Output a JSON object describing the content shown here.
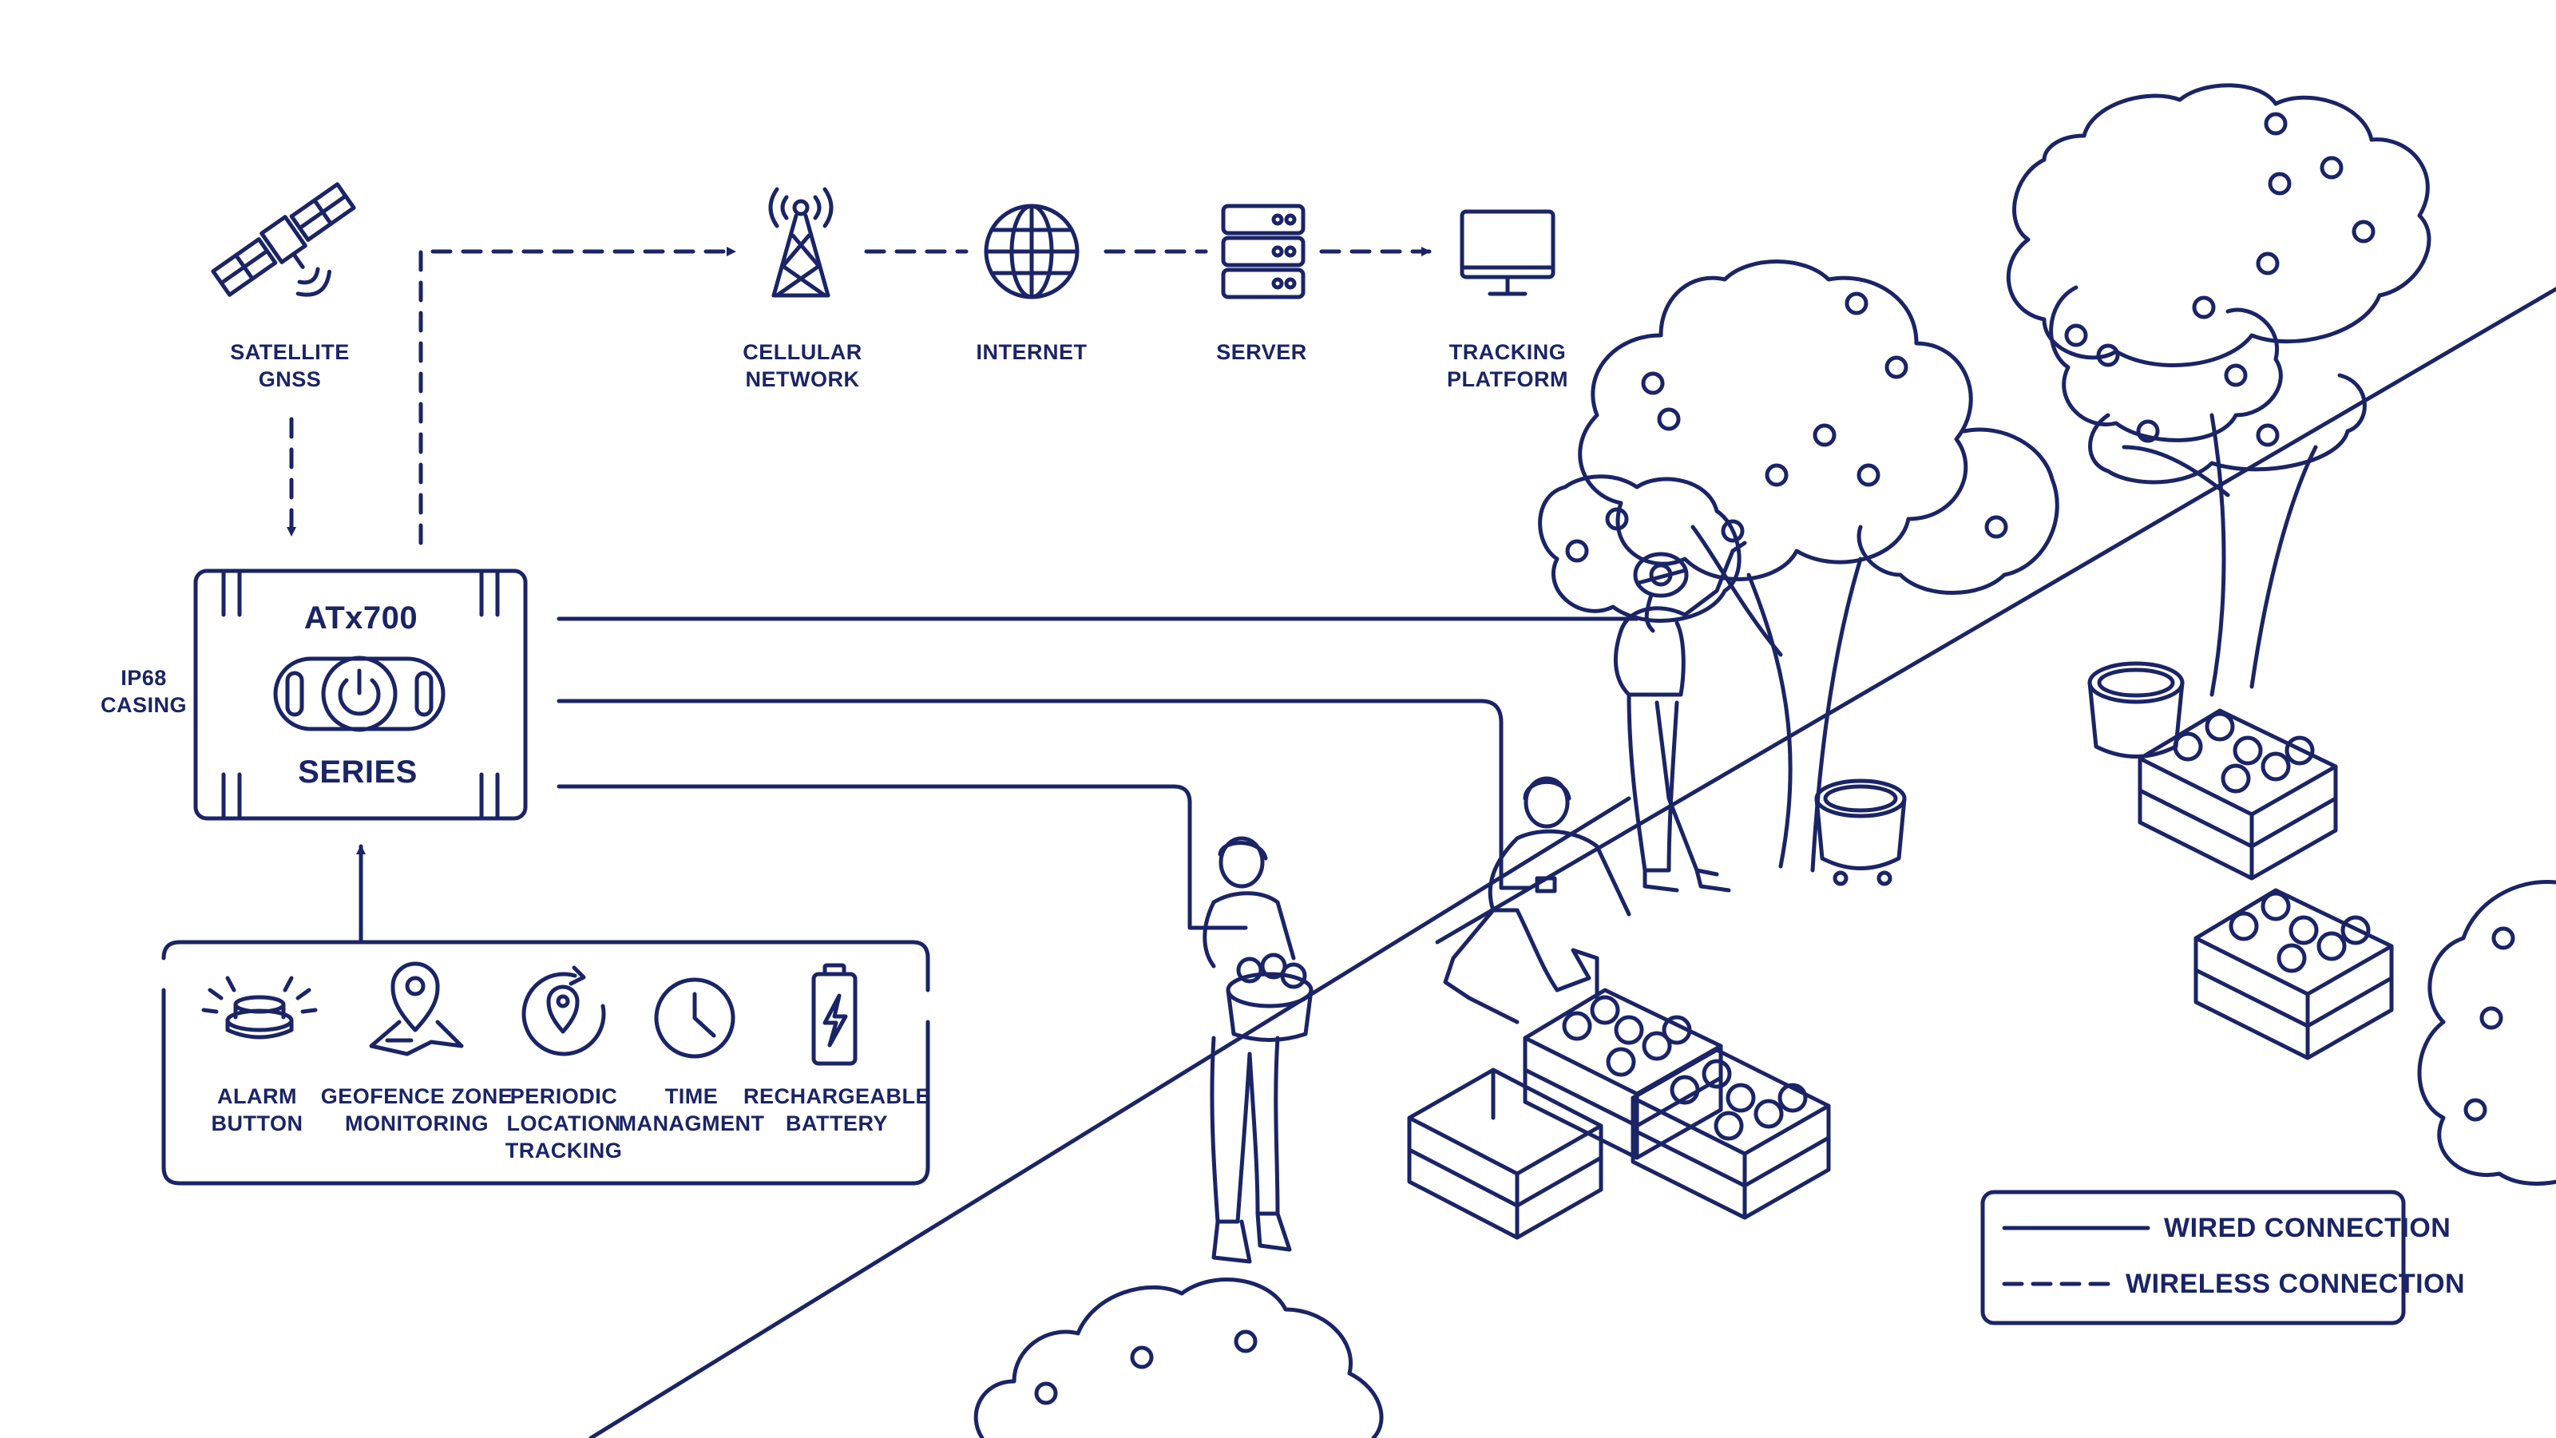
{
  "colors": {
    "ink": "#1a2466",
    "background": "#ffffff"
  },
  "top_chain": {
    "satellite": {
      "label": "SATELLITE\nGNSS",
      "icon": "satellite-icon"
    },
    "cellular": {
      "label": "CELLULAR\nNETWORK",
      "icon": "cell-tower-icon"
    },
    "internet": {
      "label": "INTERNET",
      "icon": "globe-icon"
    },
    "server": {
      "label": "SERVER",
      "icon": "server-icon"
    },
    "platform": {
      "label": "TRACKING\nPLATFORM",
      "icon": "monitor-icon"
    }
  },
  "device": {
    "name": "ATx700",
    "series": "SERIES",
    "casing": "IP68\nCASING",
    "icon": "power-button-icon"
  },
  "features": [
    {
      "label": "ALARM\nBUTTON",
      "icon": "alarm-button-icon"
    },
    {
      "label": "GEOFENCE ZONE\nMONITORING",
      "icon": "geofence-map-pin-icon"
    },
    {
      "label": "PERIODIC\nLOCATION\nTRACKING",
      "icon": "periodic-location-icon"
    },
    {
      "label": "TIME\nMANAGMENT",
      "icon": "clock-icon"
    },
    {
      "label": "RECHARGEABLE\nBATTERY",
      "icon": "battery-icon"
    }
  ],
  "legend": {
    "wired": "WIRED CONNECTION",
    "wireless": "WIRELESS CONNECTION"
  }
}
